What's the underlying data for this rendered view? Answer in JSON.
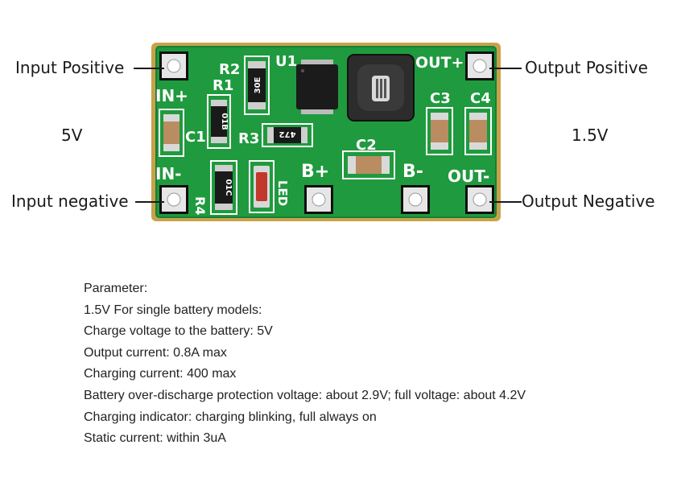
{
  "callouts": {
    "input_positive": "Input Positive",
    "input_negative": "Input negative",
    "output_positive": "Output Positive",
    "output_negative": "Output Negative",
    "input_voltage": "5V",
    "output_voltage": "1.5V"
  },
  "silkscreen": {
    "in_plus": "IN+",
    "in_minus": "IN-",
    "out_plus": "OUT+",
    "out_minus": "OUT-",
    "b_plus": "B+",
    "b_minus": "B-",
    "c1": "C1",
    "c2": "C2",
    "c3": "C3",
    "c4": "C4",
    "r1": "R1",
    "r2": "R2",
    "r3": "R3",
    "r4": "R4",
    "u1": "U1",
    "led": "LED",
    "resistor_codes": {
      "r1": "01B",
      "r2": "30E",
      "r3": "472",
      "r4": "01C"
    }
  },
  "parameters": [
    "Parameter:",
    "1.5V For single battery models:",
    "Charge voltage to the battery: 5V",
    "Output current: 0.8A max",
    "Charging current: 400 max",
    "Battery over-discharge protection voltage: about 2.9V; full voltage: about 4.2V",
    "Charging indicator: charging blinking, full always on",
    "Static current: within 3uA"
  ],
  "colors": {
    "pcb_green": "#1f9a3e",
    "pcb_edge": "#c8a24a",
    "pad": "#e9e9e9",
    "silkscreen": "#ffffff",
    "text": "#1a1a1a"
  }
}
